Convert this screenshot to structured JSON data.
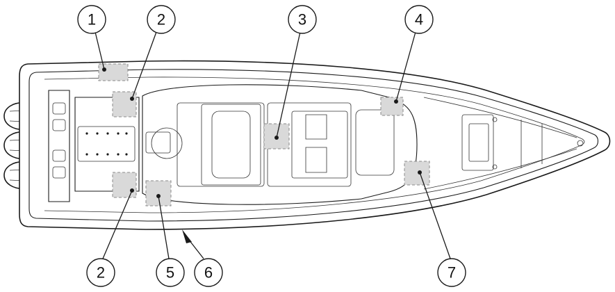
{
  "callouts": [
    {
      "label": "1"
    },
    {
      "label": "2"
    },
    {
      "label": "3"
    },
    {
      "label": "4"
    },
    {
      "label": "2"
    },
    {
      "label": "5"
    },
    {
      "label": "6"
    },
    {
      "label": "7"
    }
  ],
  "colors": {
    "outline": "#1a1a1a",
    "highlight": "#d9d9d9",
    "background": "#ffffff"
  }
}
